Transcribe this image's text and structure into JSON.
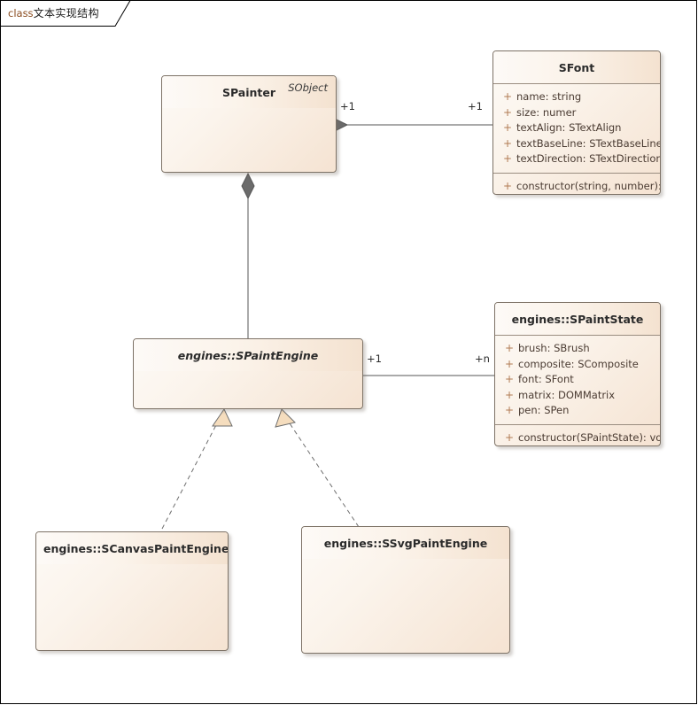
{
  "diagram": {
    "frame_keyword": "class",
    "frame_title": "文本实现结构",
    "title_full": "class文本实现结构",
    "colors": {
      "box_fill_light": "#fdfaf6",
      "box_fill_dark": "#f5e3d2",
      "box_border": "#7d7266",
      "line": "#565656",
      "diamond_fill": "#6b6b6b",
      "arrow_fill": "#f5ddbe",
      "visibility": "#b07a52",
      "member_text": "#4a3b32",
      "keyword": "#8a4b1e"
    }
  },
  "classes": {
    "spainter": {
      "name": "SPainter",
      "stereotype": "SObject",
      "abstract": false,
      "attributes": [],
      "operations": []
    },
    "sfont": {
      "name": "SFont",
      "stereotype": "",
      "abstract": false,
      "attributes": [
        {
          "visibility": "+",
          "text": "name: string"
        },
        {
          "visibility": "+",
          "text": "size: numer"
        },
        {
          "visibility": "+",
          "text": "textAlign: STextAlign"
        },
        {
          "visibility": "+",
          "text": "textBaseLine: STextBaseLine"
        },
        {
          "visibility": "+",
          "text": "textDirection: STextDirection"
        }
      ],
      "operations": [
        {
          "visibility": "+",
          "text": "constructor(string, number): void"
        }
      ]
    },
    "spaintengine": {
      "name": "engines::SPaintEngine",
      "stereotype": "",
      "abstract": true,
      "attributes": [],
      "operations": []
    },
    "spaintstate": {
      "name": "engines::SPaintState",
      "stereotype": "",
      "abstract": false,
      "attributes": [
        {
          "visibility": "+",
          "text": "brush: SBrush"
        },
        {
          "visibility": "+",
          "text": "composite: SComposite"
        },
        {
          "visibility": "+",
          "text": "font: SFont"
        },
        {
          "visibility": "+",
          "text": "matrix: DOMMatrix"
        },
        {
          "visibility": "+",
          "text": "pen: SPen"
        }
      ],
      "operations": [
        {
          "visibility": "+",
          "text": "constructor(SPaintState): void"
        }
      ]
    },
    "scanvaspaintengine": {
      "name": "engines::SCanvasPaintEngine",
      "stereotype": "",
      "abstract": false,
      "attributes": [],
      "operations": []
    },
    "ssvgpaintengine": {
      "name": "engines::SSvgPaintEngine",
      "stereotype": "",
      "abstract": false,
      "attributes": [],
      "operations": []
    }
  },
  "relationships": [
    {
      "id": "painter-font",
      "type": "composition",
      "from": "SPainter",
      "to": "SFont",
      "source_multiplicity": "+1",
      "target_multiplicity": "+1"
    },
    {
      "id": "painter-engine",
      "type": "composition",
      "from": "SPainter",
      "to": "engines::SPaintEngine",
      "source_multiplicity": "",
      "target_multiplicity": ""
    },
    {
      "id": "engine-state",
      "type": "association",
      "from": "engines::SPaintEngine",
      "to": "engines::SPaintState",
      "source_multiplicity": "+1",
      "target_multiplicity": "+n"
    },
    {
      "id": "canvas-realizes-engine",
      "type": "realization",
      "from": "engines::SCanvasPaintEngine",
      "to": "engines::SPaintEngine",
      "source_multiplicity": "",
      "target_multiplicity": ""
    },
    {
      "id": "svg-realizes-engine",
      "type": "realization",
      "from": "engines::SSvgPaintEngine",
      "to": "engines::SPaintEngine",
      "source_multiplicity": "",
      "target_multiplicity": ""
    }
  ],
  "multiplicity_labels": [
    {
      "id": "m-painter-font-left",
      "text": "+1"
    },
    {
      "id": "m-painter-font-right",
      "text": "+1"
    },
    {
      "id": "m-engine-state-left",
      "text": "+1"
    },
    {
      "id": "m-engine-state-right",
      "text": "+n"
    }
  ]
}
